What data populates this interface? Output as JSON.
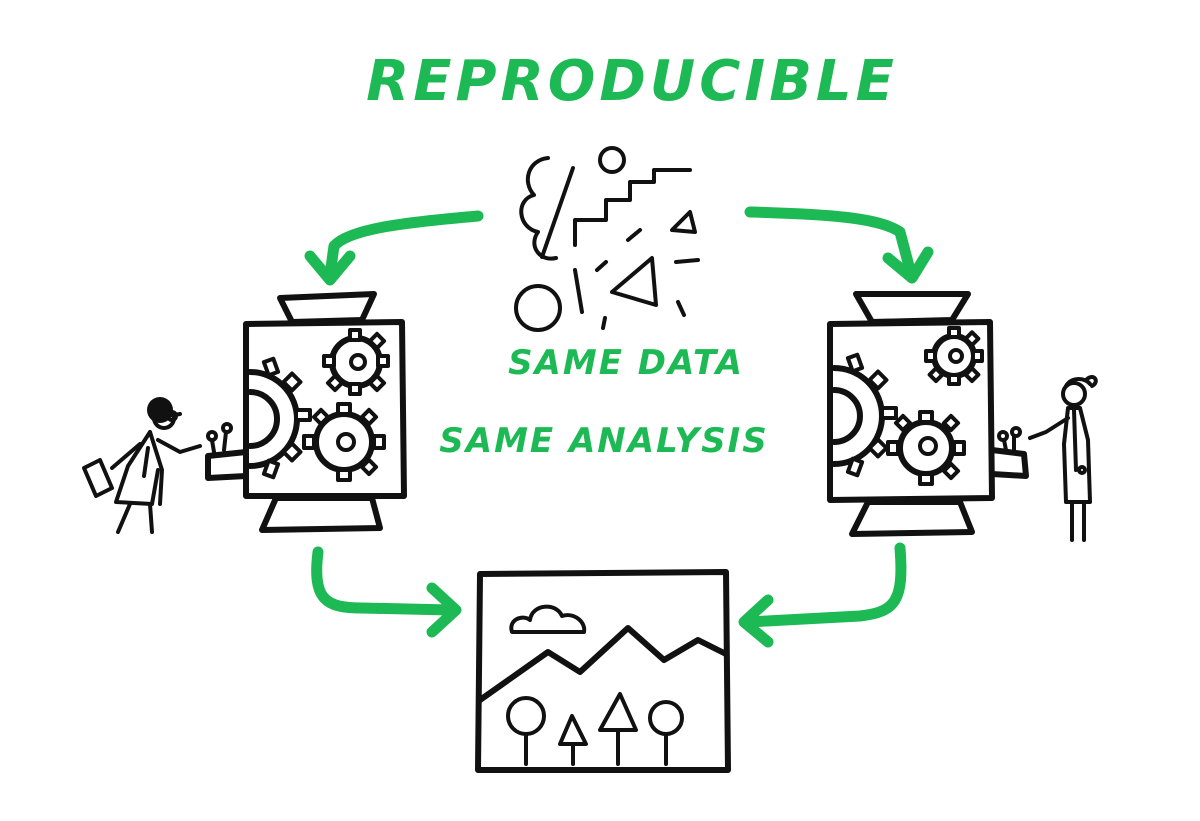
{
  "title": "REPRODUCIBLE",
  "labels": {
    "same_data": "SAME DATA",
    "same_analysis": "SAME ANALYSIS"
  },
  "colors": {
    "accent_green": "#1db954",
    "ink": "#111111",
    "background": "#ffffff"
  },
  "icons": {
    "data_shapes": "data-shapes-icon",
    "machine_left": "analysis-machine-icon",
    "machine_right": "analysis-machine-icon",
    "scientist_left": "scientist-figure-icon",
    "scientist_right": "scientist-figure-icon",
    "result_picture": "landscape-picture-icon"
  }
}
